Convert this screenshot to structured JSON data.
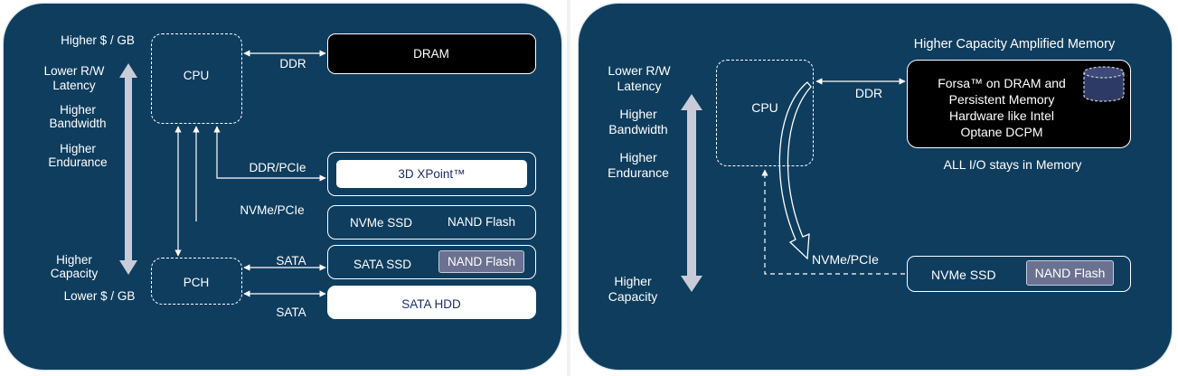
{
  "left": {
    "axis_labels": {
      "higher_cost": "Higher $ / GB",
      "lower_latency": [
        "Lower R/W",
        "Latency"
      ],
      "higher_bandwidth": [
        "Higher",
        "Bandwidth"
      ],
      "higher_endurance": [
        "Higher",
        "Endurance"
      ],
      "higher_capacity": [
        "Higher",
        "Capacity"
      ],
      "lower_cost": "Lower $ / GB"
    },
    "cpu": "CPU",
    "pch": "PCH",
    "links": {
      "ddr": "DDR",
      "ddr_pcie": "DDR/PCIe",
      "nvme_pcie": "NVMe/PCIe",
      "sata_1": "SATA",
      "sata_2": "SATA"
    },
    "devices": {
      "dram": "DRAM",
      "xpoint": "3D XPoint™",
      "nvme_ssd": "NVMe SSD",
      "nvme_nand": "NAND Flash",
      "sata_ssd": "SATA SSD",
      "sata_nand": "NAND Flash",
      "sata_hdd": "SATA HDD"
    }
  },
  "right": {
    "title": "Higher Capacity Amplified Memory",
    "axis_labels": {
      "lower_latency": [
        "Lower R/W",
        "Latency"
      ],
      "higher_bandwidth": [
        "Higher",
        "Bandwidth"
      ],
      "higher_endurance": [
        "Higher",
        "Endurance"
      ],
      "higher_capacity": [
        "Higher",
        "Capacity"
      ]
    },
    "cpu": "CPU",
    "links": {
      "ddr": "DDR",
      "nvme_pcie": "NVMe/PCIe"
    },
    "memory_box": [
      "Forsa™ on DRAM and",
      "Persistent Memory",
      "Hardware like Intel",
      "Optane DCPM"
    ],
    "caption": "ALL I/O stays in Memory",
    "devices": {
      "nvme_ssd": "NVMe SSD",
      "nand": "NAND Flash"
    }
  },
  "colors": {
    "panel": "#0f3d5e",
    "chip": "#6b7190",
    "arrow": "#c9ccd8"
  }
}
